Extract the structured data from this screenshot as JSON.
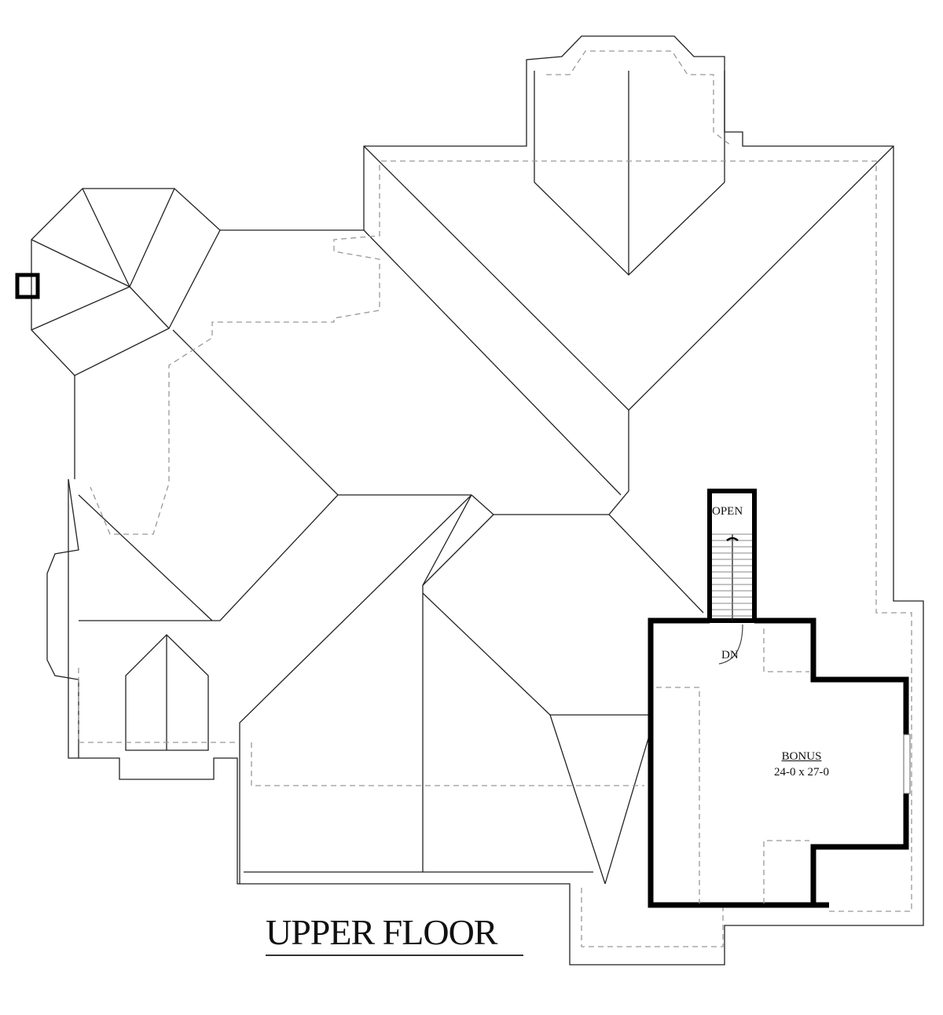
{
  "title": "UPPER FLOOR",
  "stair": {
    "top_label": "OPEN",
    "bottom_label": "DN"
  },
  "room": {
    "name": "BONUS",
    "dimensions": "24-0 x 27-0"
  }
}
